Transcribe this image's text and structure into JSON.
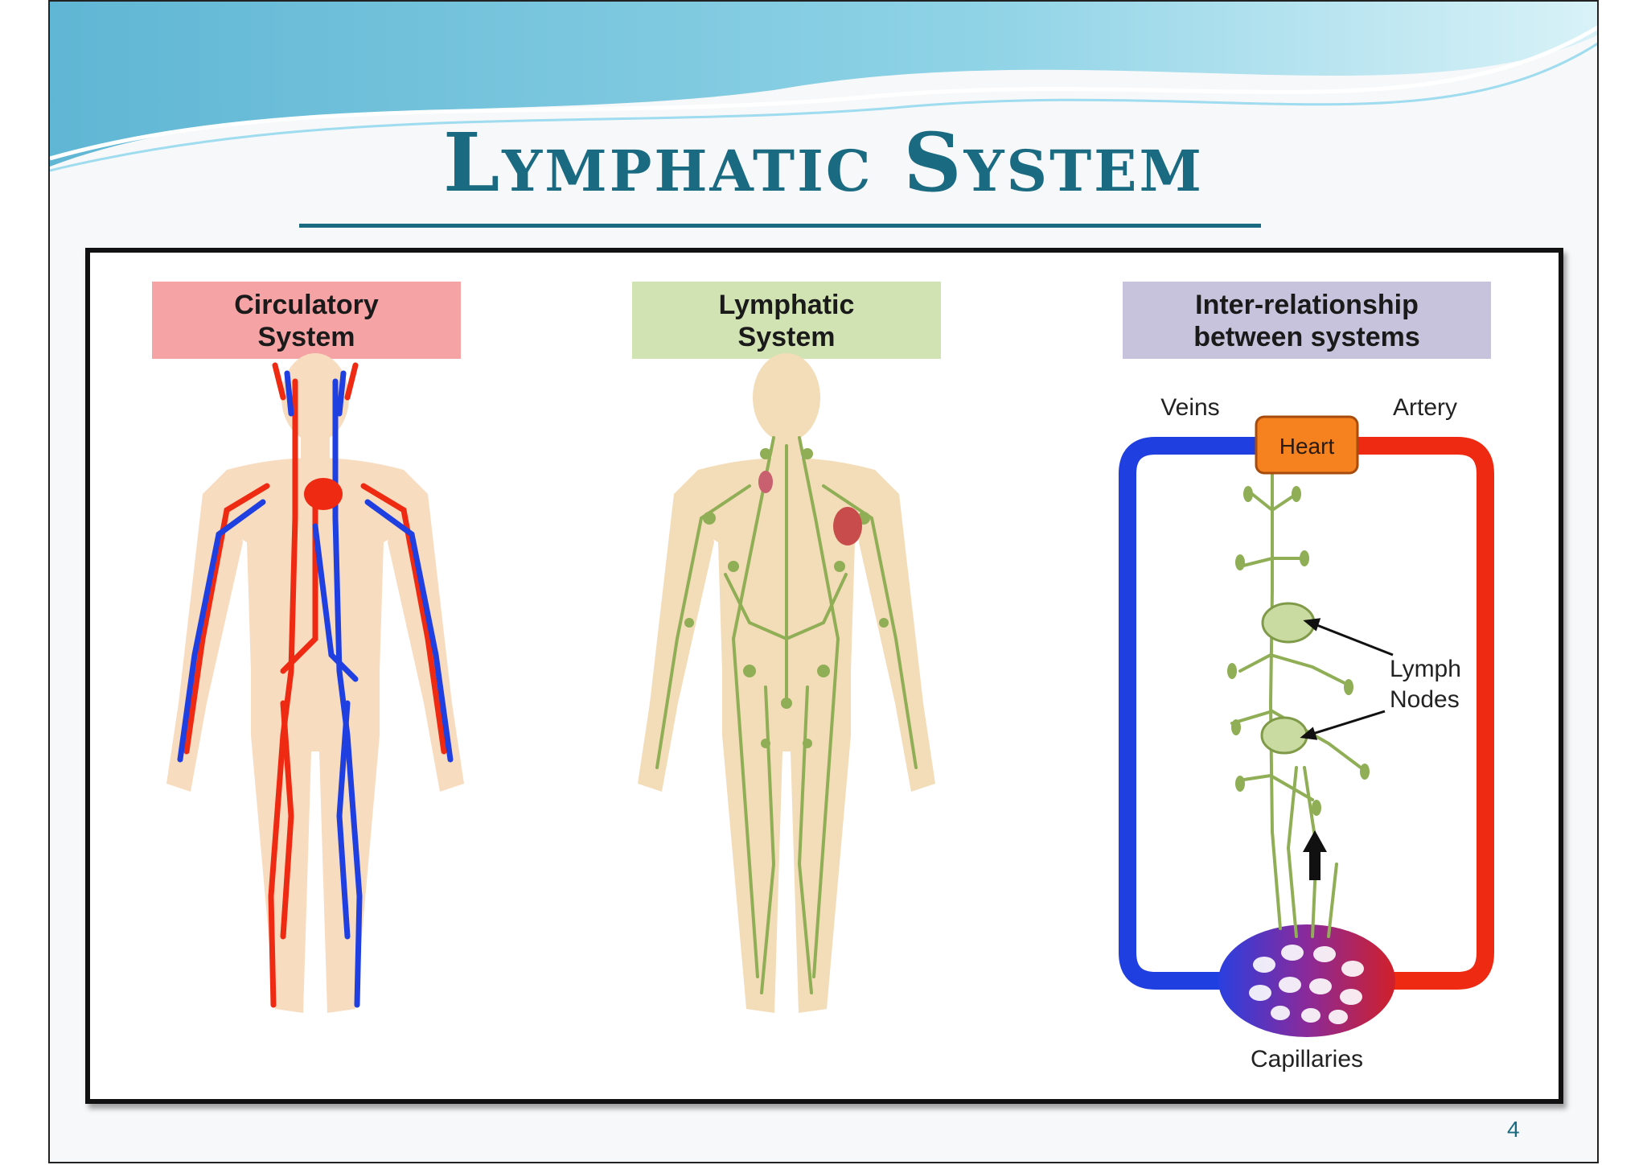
{
  "slide": {
    "title": "Lymphatic System",
    "page_number": "4"
  },
  "panels": {
    "circulatory": {
      "line1": "Circulatory",
      "line2": "System",
      "color": "#f6a3a6"
    },
    "lymphatic": {
      "line1": "Lymphatic",
      "line2": "System",
      "color": "#d2e3b3"
    },
    "interrelation": {
      "line1": "Inter-relationship",
      "line2": "between systems",
      "color": "#c8c3dc"
    }
  },
  "loop_diagram": {
    "veins_label": "Veins",
    "artery_label": "Artery",
    "heart_label": "Heart",
    "lymph_nodes_line1": "Lymph",
    "lymph_nodes_line2": "Nodes",
    "capillaries_label": "Capillaries"
  },
  "colors": {
    "title": "#1a6b82",
    "vein_blue": "#1f3fe0",
    "artery_red": "#ee2a12",
    "heart_orange": "#f5811f",
    "lymph_green": "#8fae55",
    "skin": "#f7dcc0"
  }
}
